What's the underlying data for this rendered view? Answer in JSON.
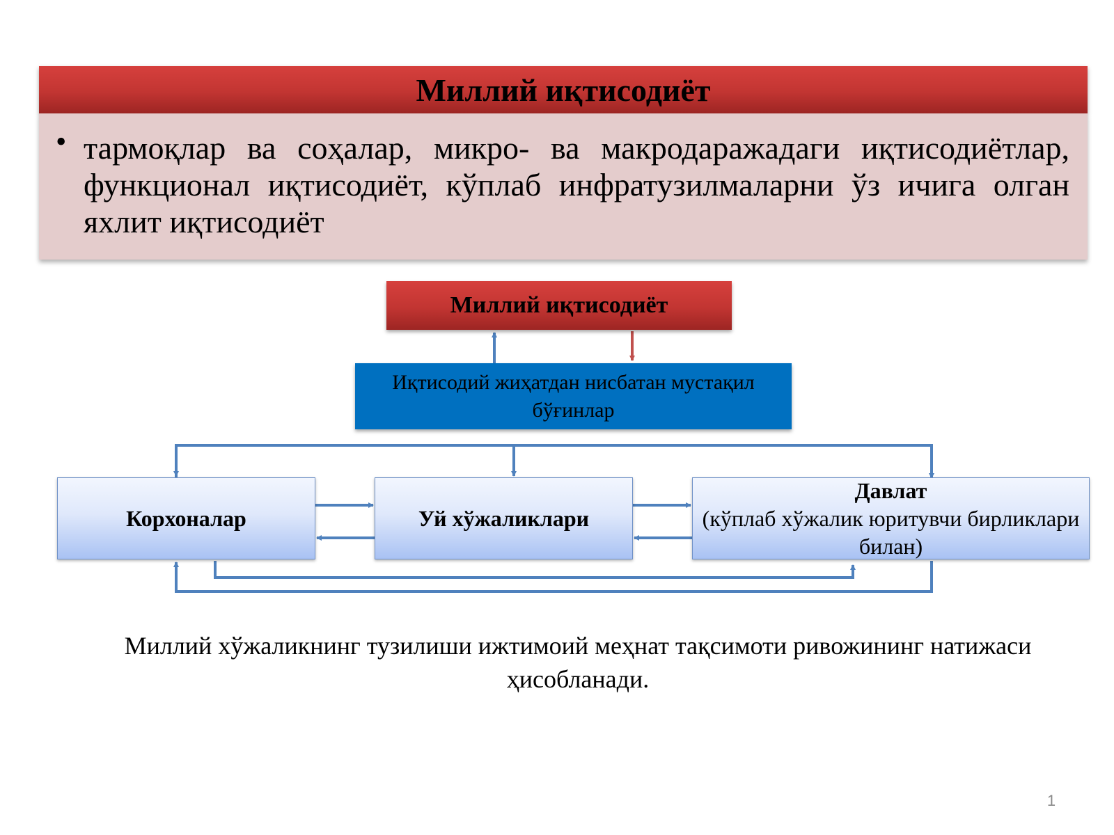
{
  "definition": {
    "title": "Миллий иқтисодиёт",
    "bullet": "•",
    "text": "тармоқлар ва соҳалар, микро- ва макродаражадаги иқтисодиётлар, функционал иқтисодиёт, кўплаб инфратузилмаларни ўз ичига олган яхлит иқтисодиёт"
  },
  "diagram": {
    "top": "Миллий иқтисодиёт",
    "middle": "Иқтисодий жиҳатдан нисбатан мустақил бўғинлар",
    "enterprises": "Корхоналар",
    "households": "Уй хўжаликлари",
    "state_title": "Давлат",
    "state_sub": "(кўплаб хўжалик юритувчи бирликлари билан)"
  },
  "caption": "Миллий хўжаликнинг тузилиши ижтимоий меҳнат тақсимоти ривожининг натижаси ҳисобланади.",
  "page_number": "1",
  "colors": {
    "red_header": "#c23532",
    "pink_body": "#e4cccc",
    "blue_box": "#0070c0",
    "connector": "#4f81bd",
    "red_arrow": "#c0504d"
  }
}
